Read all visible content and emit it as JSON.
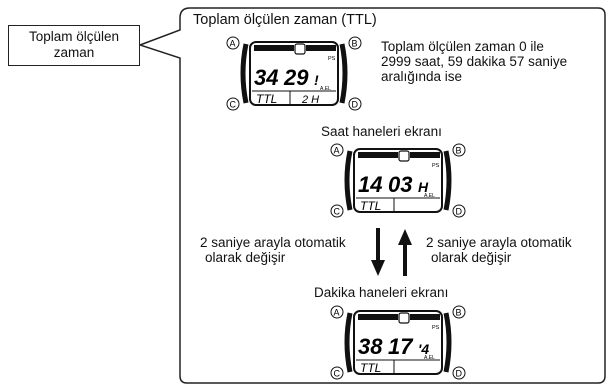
{
  "side_callout": {
    "line1": "Toplam ölçülen",
    "line2": "zaman"
  },
  "panel_title": "Toplam ölçülen zaman (TTL)",
  "range_note": {
    "line1": "Toplam ölçülen zaman 0 ile",
    "line2": "2999 saat, 59 dakika 57 saniye",
    "line3": "aralığında ise"
  },
  "hour_screen_title": "Saat haneleri ekranı",
  "minute_screen_title": "Dakika haneleri ekranı",
  "left_caption": {
    "line1": "2 saniye arayla otomatik",
    "line2": "olarak değişir"
  },
  "right_caption": {
    "line1": "2 saniye arayla otomatik",
    "line2": "olarak değişir"
  },
  "watches": [
    {
      "main_left": "34",
      "main_right": "29",
      "suffix": "!",
      "bottom_left": "TTL",
      "bottom_right": "2 H",
      "btn_a": "A",
      "btn_b": "B",
      "btn_c": "C",
      "btn_d": "D",
      "tag": "A.EL",
      "ps": "PS"
    },
    {
      "main_left": "14",
      "main_right": "03",
      "suffix": "H",
      "bottom_left": "TTL",
      "bottom_right": "",
      "btn_a": "A",
      "btn_b": "B",
      "btn_c": "C",
      "btn_d": "D",
      "tag": "A.EL",
      "ps": "PS"
    },
    {
      "main_left": "38",
      "main_right": "17",
      "suffix": "'4",
      "bottom_left": "TTL",
      "bottom_right": "",
      "btn_a": "A",
      "btn_b": "B",
      "btn_c": "C",
      "btn_d": "D",
      "tag": "A.EL",
      "ps": "PS"
    }
  ],
  "colors": {
    "stroke": "#111111",
    "lcd": "#ffffff",
    "panel_border": "#222222"
  },
  "icons": {
    "top_arrow": "arrow-up-icon",
    "bottom_arrow": "arrow-down-icon"
  }
}
